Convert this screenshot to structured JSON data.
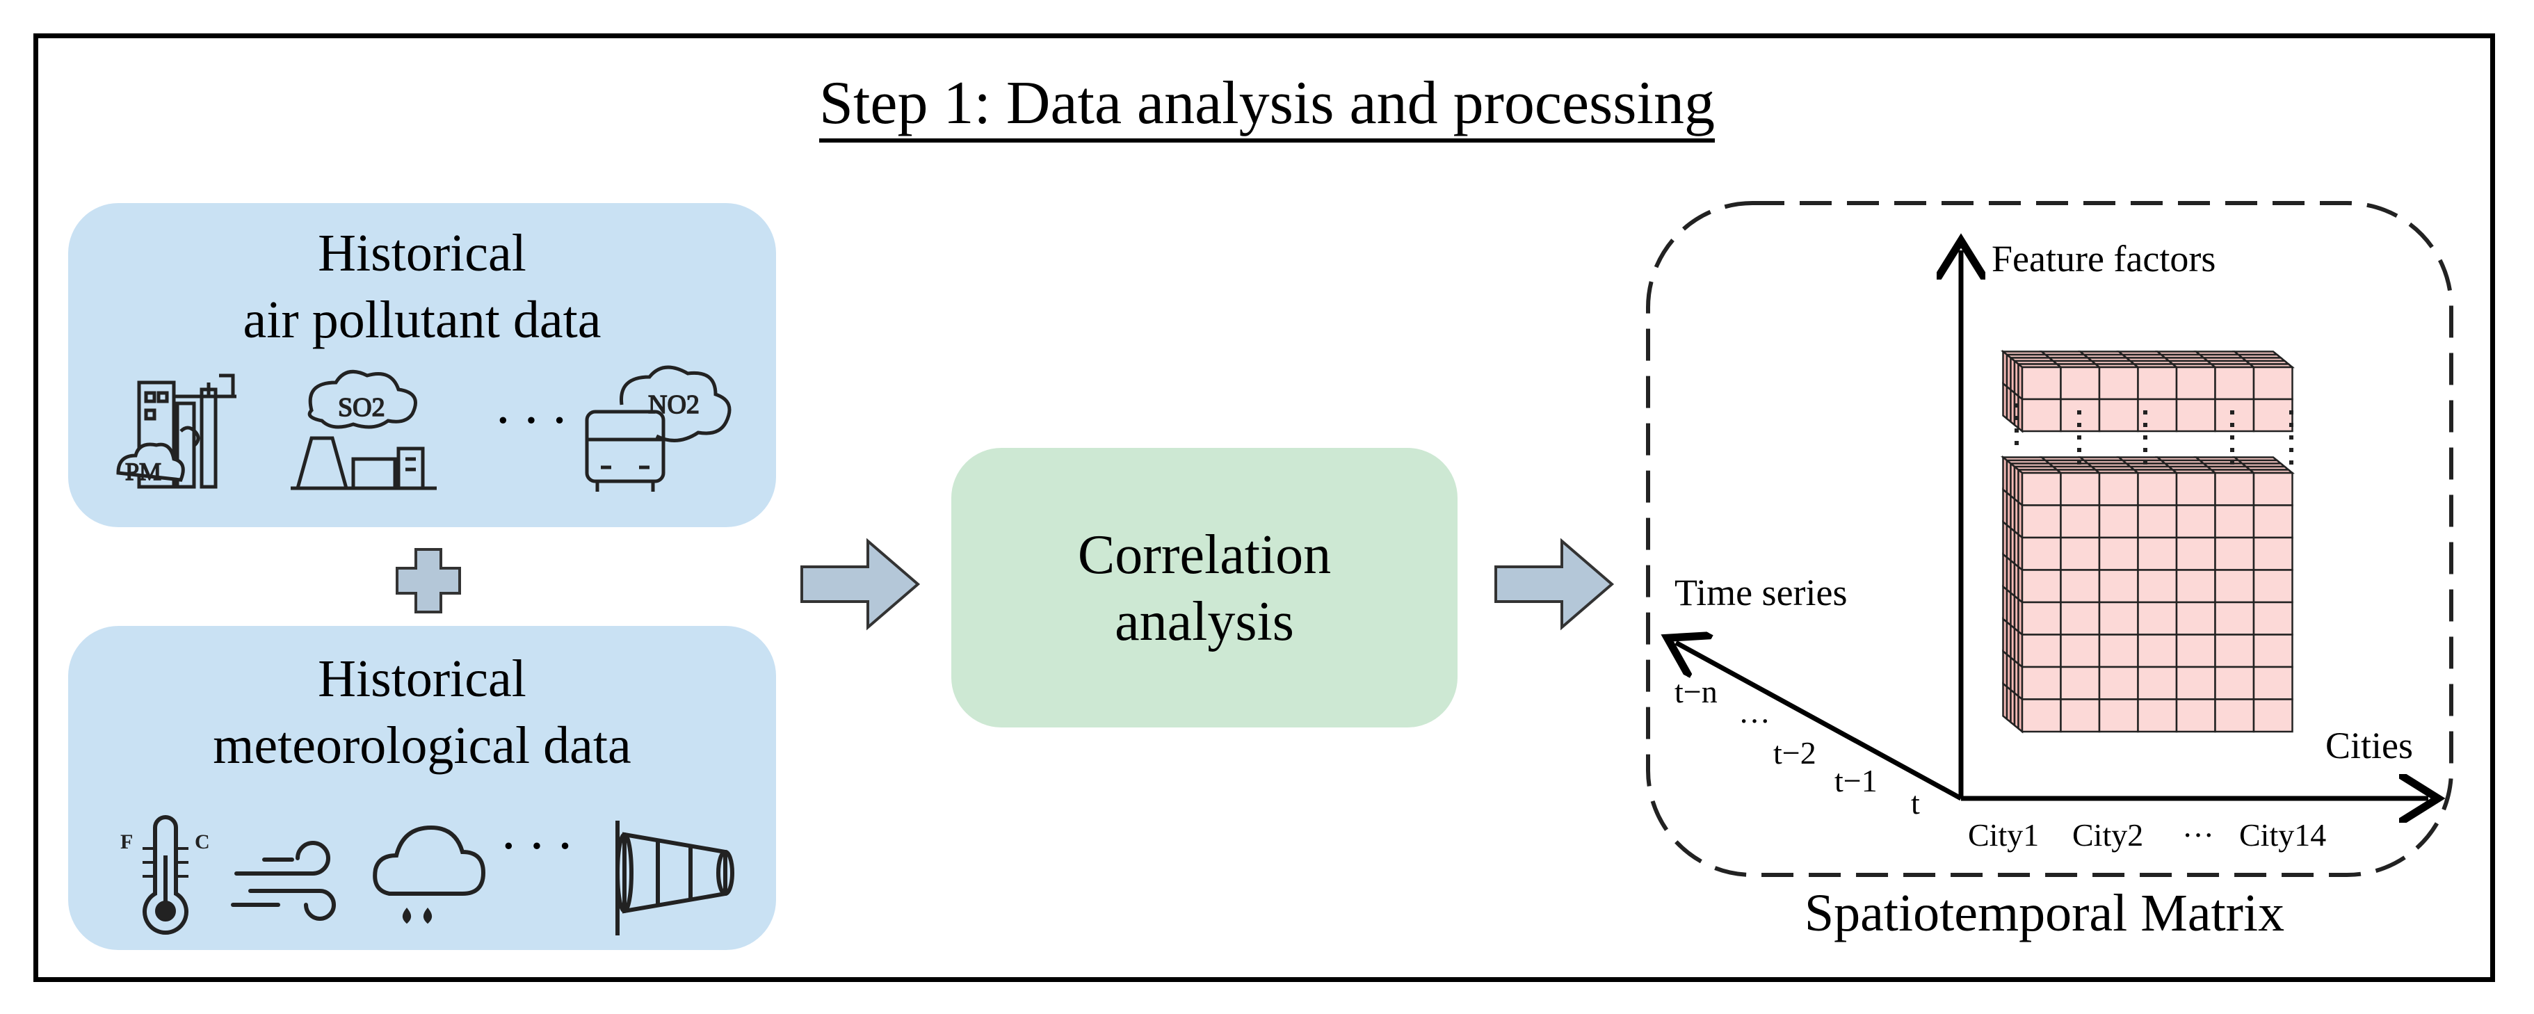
{
  "title": "Step 1: Data analysis and processing",
  "left": {
    "pollutant": {
      "line1": "Historical",
      "line2": "air pollutant data",
      "icons": [
        "factory-pm-icon",
        "power-plant-so2-icon",
        "bus-no2-icon"
      ],
      "icon_labels": {
        "pm": "PM",
        "so2": "SO2",
        "no2": "NO2"
      },
      "ellipsis": "···"
    },
    "plus": "plus-icon",
    "meteo": {
      "line1": "Historical",
      "line2": "meteorological data",
      "icons": [
        "thermometer-icon",
        "wind-icon",
        "rain-cloud-icon",
        "windsock-icon"
      ],
      "thermo_f": "F",
      "thermo_c": "C",
      "ellipsis": "···"
    }
  },
  "center": {
    "line1": "Correlation",
    "line2": "analysis"
  },
  "matrix": {
    "title": "Spatiotemporal Matrix",
    "axis_z": "Feature factors",
    "axis_time": "Time series",
    "axis_x": "Cities",
    "time_ticks": [
      "t−n",
      "···",
      "t−2",
      "t−1",
      "t"
    ],
    "city_ticks": [
      "City1",
      "City2",
      "···",
      "City14"
    ]
  },
  "colors": {
    "blue_box": "#c9e1f3",
    "green_box": "#cde8d3",
    "arrow_fill": "#b4c7d8",
    "cube_fill": "#fcd9d7",
    "cube_top": "#f8c9c5",
    "cube_side": "#f3b9b5"
  }
}
